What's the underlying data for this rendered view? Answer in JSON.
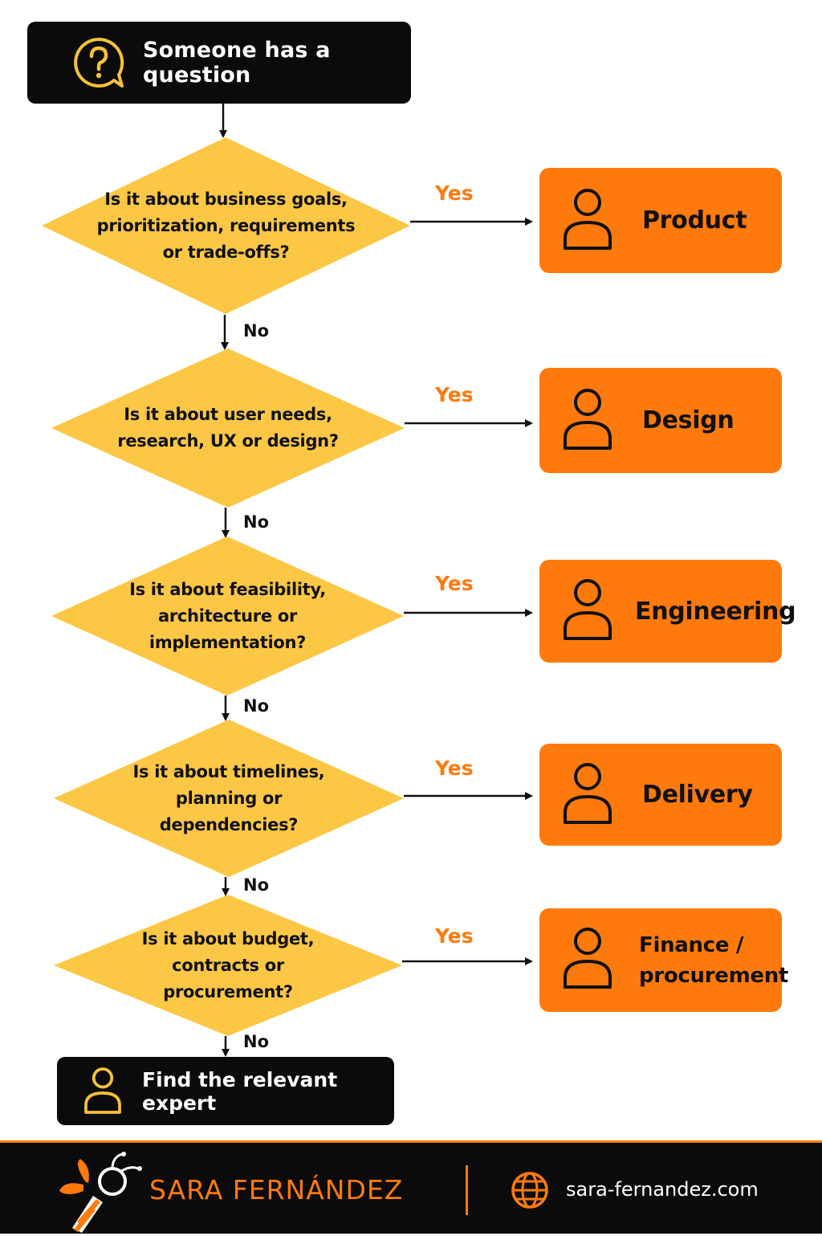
{
  "start": {
    "label": "Someone has a question",
    "icon": "question-bubble-icon"
  },
  "questions": [
    {
      "lines": [
        "Is it about business goals,",
        "prioritization, requirements",
        "or trade-offs?"
      ],
      "yes": "Yes",
      "no": "No"
    },
    {
      "lines": [
        "Is it about user needs,",
        "research, UX or design?"
      ],
      "yes": "Yes",
      "no": "No"
    },
    {
      "lines": [
        "Is it about feasibility,",
        "architecture or",
        "implementation?"
      ],
      "yes": "Yes",
      "no": "No"
    },
    {
      "lines": [
        "Is it about timelines,",
        "planning or",
        "dependencies?"
      ],
      "yes": "Yes",
      "no": "No"
    },
    {
      "lines": [
        "Is it about budget,",
        "contracts or",
        "procurement?"
      ],
      "yes": "Yes",
      "no": "No"
    }
  ],
  "teams": [
    {
      "lines": [
        "Product"
      ],
      "icon": "person-icon"
    },
    {
      "lines": [
        "Design"
      ],
      "icon": "person-icon"
    },
    {
      "lines": [
        "Engineering"
      ],
      "icon": "person-icon"
    },
    {
      "lines": [
        "Delivery"
      ],
      "icon": "person-icon"
    },
    {
      "lines": [
        "Finance /",
        "procurement"
      ],
      "icon": "person-icon"
    }
  ],
  "end": {
    "label": "Find the relevant expert",
    "icon": "person-icon"
  },
  "footer": {
    "brand": "SARA FERNÁNDEZ",
    "logo_icon": "bee-logo-icon",
    "website_icon": "globe-icon",
    "website": "sara-fernandez.com"
  },
  "colors": {
    "diamond": "#fcc745",
    "team_box": "#ff7a0c",
    "yes_text": "#ff7a0c",
    "dark_box": "#0b0b0b",
    "start_icon": "#f7c236"
  }
}
